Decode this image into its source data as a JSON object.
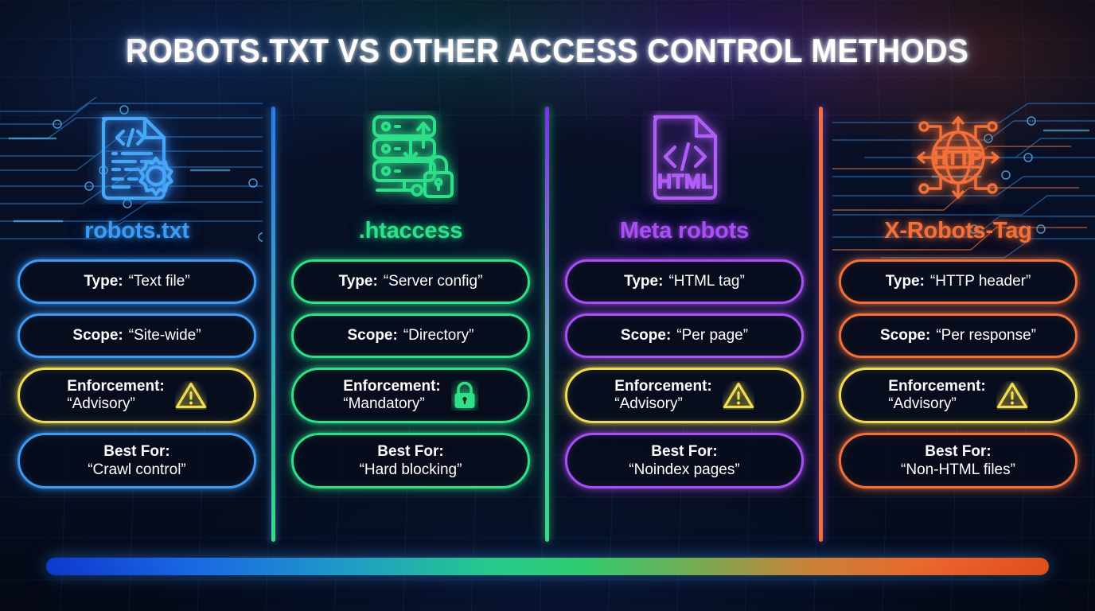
{
  "header": {
    "title": "ROBOTS.TXT VS OTHER ACCESS CONTROL METHODS"
  },
  "palette": {
    "robots_blue": "#3d9bf5",
    "htaccess_green": "#2fe08a",
    "meta_purple": "#a94ff5",
    "xrobots_orange": "#f2703a",
    "warning_yellow": "#f2dd52",
    "lock_green": "#2fe08a",
    "background": "#070c1c",
    "text": "#ffffff"
  },
  "row_labels": {
    "type": "Type:",
    "scope": "Scope:",
    "enforcement": "Enforcement:",
    "best_for": "Best For:"
  },
  "columns": [
    {
      "id": "robots-txt",
      "title": "robots.txt",
      "color": "#3d9bf5",
      "icon": "code-document-gear-icon",
      "divider_gradient": "linear-gradient(180deg,#2a7de8 0%,#2f8be0 22%,#35a8bd 50%,#33c48d 78%,#2fe08a 100%)",
      "type": {
        "label": "Type:",
        "value": "“Text file”"
      },
      "scope": {
        "label": "Scope:",
        "value": "“Site-wide”"
      },
      "enforcement": {
        "label": "Enforcement:",
        "value": "“Advisory”",
        "icon": "warning-triangle-icon",
        "border_color": "#f2dd52"
      },
      "best_for": {
        "label": "Best For:",
        "value": "“Crawl control”"
      }
    },
    {
      "id": "htaccess",
      "title": ".htaccess",
      "color": "#2fe08a",
      "icon": "server-rack-lock-icon",
      "divider_gradient": "linear-gradient(180deg,#7a2ff0 0%,#7f5fd8 24%,#6f9fc0 52%,#45c79a 80%,#2fe08a 100%)",
      "type": {
        "label": "Type:",
        "value": "“Server config”"
      },
      "scope": {
        "label": "Scope:",
        "value": "“Directory”"
      },
      "enforcement": {
        "label": "Enforcement:",
        "value": "“Mandatory”",
        "icon": "padlock-icon",
        "border_color": "#2fe08a"
      },
      "best_for": {
        "label": "Best For:",
        "value": "“Hard blocking”"
      }
    },
    {
      "id": "meta-robots",
      "title": "Meta robots",
      "color": "#a94ff5",
      "icon": "html-document-icon",
      "divider_gradient": "linear-gradient(180deg,#f2703a 0%,#f2703a 100%)",
      "type": {
        "label": "Type:",
        "value": "“HTML tag”"
      },
      "scope": {
        "label": "Scope:",
        "value": "“Per page”"
      },
      "enforcement": {
        "label": "Enforcement:",
        "value": "“Advisory”",
        "icon": "warning-triangle-icon",
        "border_color": "#f2dd52"
      },
      "best_for": {
        "label": "Best For:",
        "value": "“Noindex pages”"
      }
    },
    {
      "id": "x-robots-tag",
      "title": "X-Robots-Tag",
      "color": "#f2703a",
      "icon": "http-globe-network-icon",
      "divider_gradient": "none",
      "type": {
        "label": "Type:",
        "value": "“HTTP header”"
      },
      "scope": {
        "label": "Scope:",
        "value": "“Per response”"
      },
      "enforcement": {
        "label": "Enforcement:",
        "value": "“Advisory”",
        "icon": "warning-triangle-icon",
        "border_color": "#f2dd52"
      },
      "best_for": {
        "label": "Best For:",
        "value": "“Non-HTML files”"
      }
    }
  ],
  "footer_bar": {
    "gradient_stops": [
      "#1040e8",
      "#1f9fc4",
      "#2ecc71",
      "#c88238",
      "#fb5a1e"
    ]
  }
}
